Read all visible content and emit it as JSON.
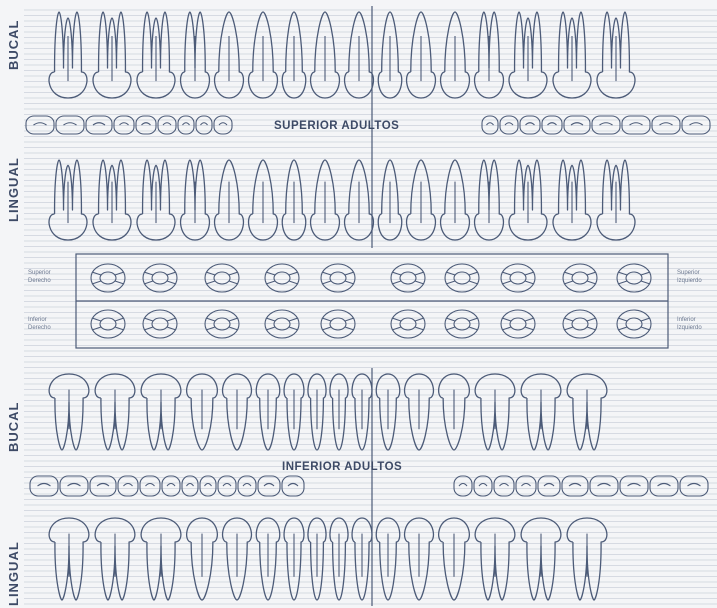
{
  "labels": {
    "bucal": "BUCAL",
    "lingual": "LINGUAL",
    "superior": "SUPERIOR ADULTOS",
    "inferior": "INFERIOR ADULTOS"
  },
  "quadrants": {
    "upper_right": [
      "Superior",
      "Derecho"
    ],
    "upper_left": [
      "Superior",
      "Izquierdo"
    ],
    "lower_right": [
      "Inferior",
      "Derecho"
    ],
    "lower_left": [
      "Inferior",
      "Izquierdo"
    ]
  },
  "colors": {
    "ink": "#4c5b78",
    "paper": "#f4f5f7",
    "rule": "#b7bfcc"
  }
}
